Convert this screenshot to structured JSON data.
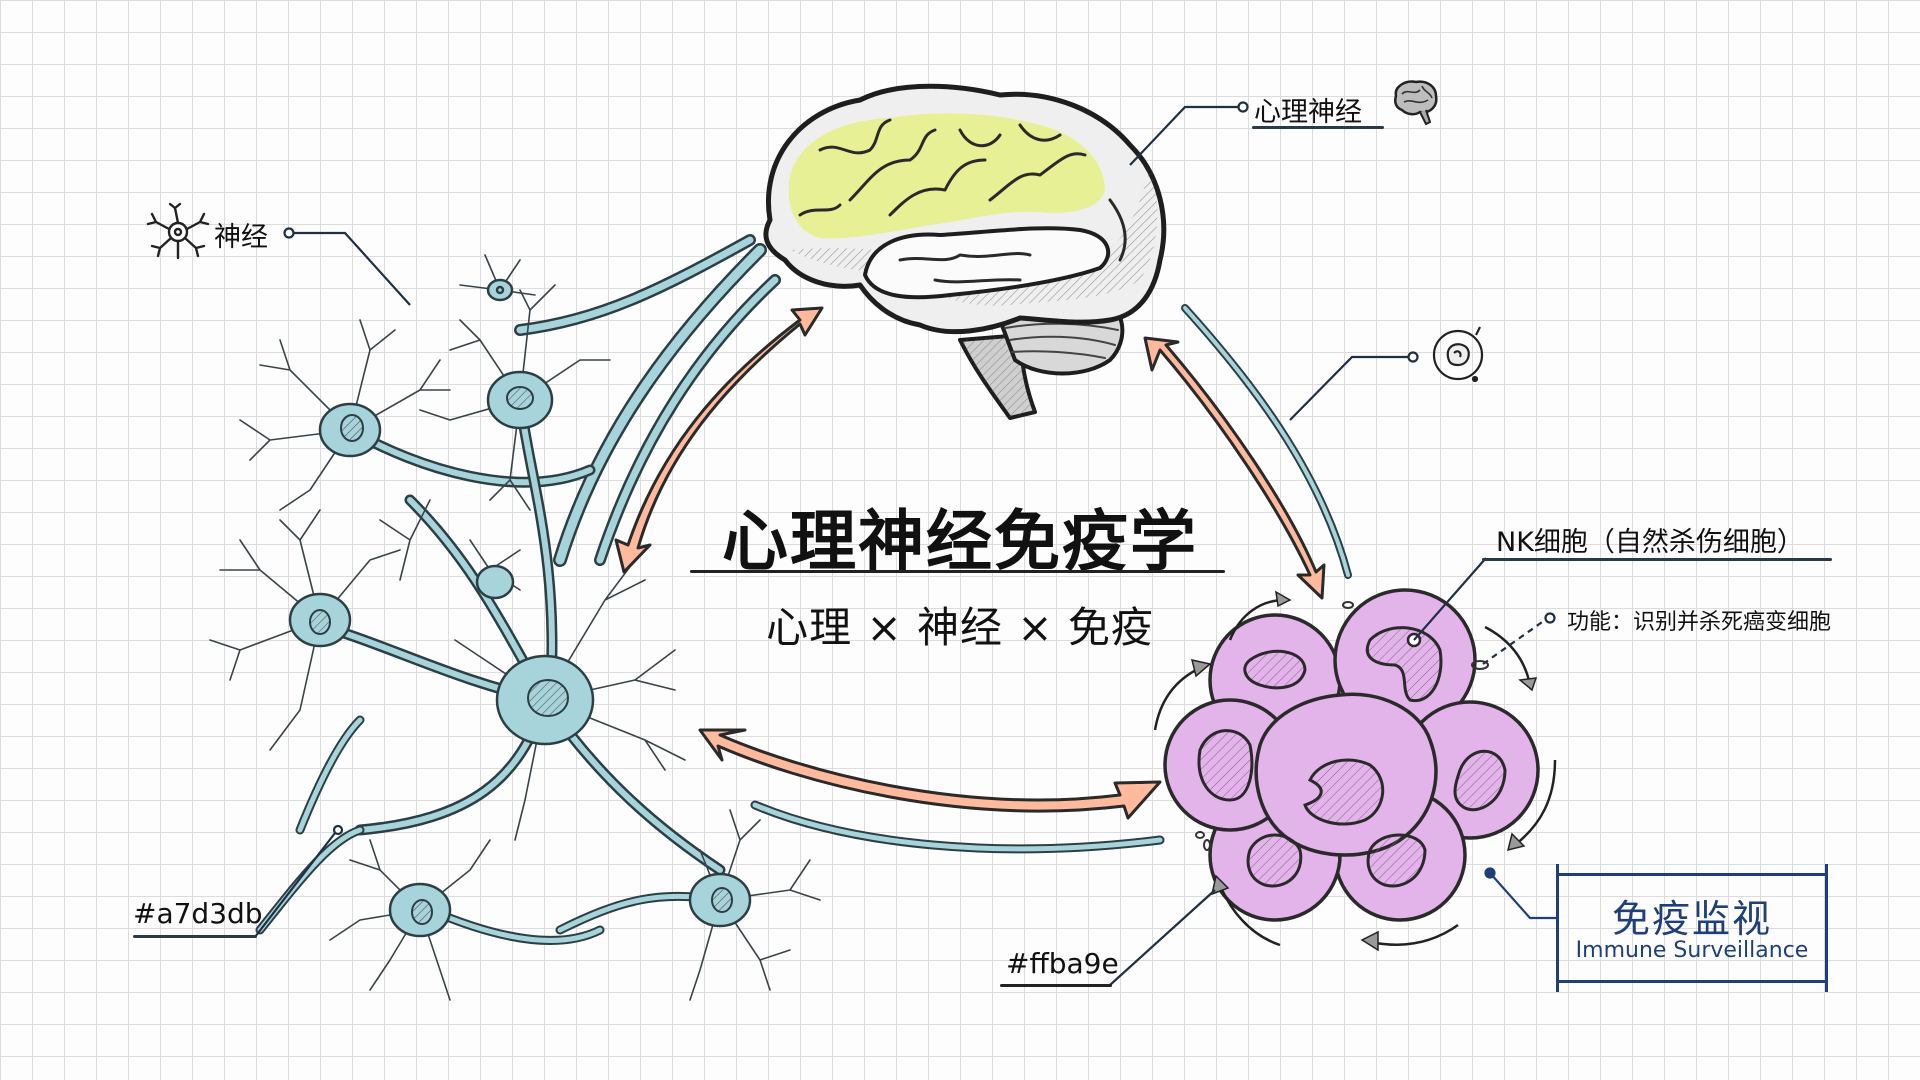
{
  "title": {
    "main": "心理神经免疫学",
    "subtitle": "心理 × 神经 × 免疫"
  },
  "callouts": {
    "psychoneural": {
      "label": "心理神经",
      "icon": "brain-icon"
    },
    "nerve": {
      "label": "神经",
      "icon": "neuron-icon"
    },
    "cell_icon": {
      "icon": "cell-icon"
    },
    "nk_cell": {
      "title": "NK细胞（自然杀伤细胞）",
      "function": "功能：识别并杀死癌变细胞"
    },
    "immune_surveillance": {
      "cn": "免疫监视",
      "en": "Immune Surveillance"
    }
  },
  "color_labels": {
    "neuron_color": "#a7d3db",
    "arrow_color": "#ffba9e"
  },
  "colors": {
    "neuron_fill": "#a7d3db",
    "arrow_fill": "#ffba9e",
    "brain_highlight": "#e6ef8a",
    "nk_cell_fill": "#e3b4ea",
    "accent_blue": "#1f3f78",
    "grid_line": "#dcdcdc"
  }
}
